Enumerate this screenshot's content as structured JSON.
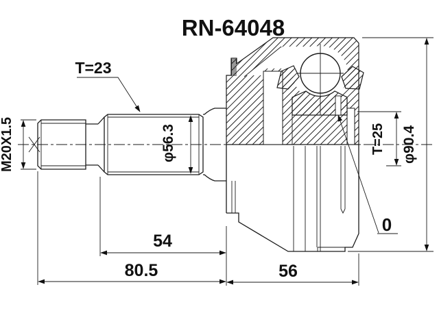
{
  "drawing": {
    "title": "RN-64048",
    "labels": {
      "thread_spec": "M20X1.5",
      "outer_spline_teeth": "T=23",
      "shaft_diameter": "φ56.3",
      "inner_spline_teeth": "T=25",
      "housing_outer_diameter": "φ90.4",
      "groove_offset": "0"
    },
    "dimensions": {
      "spline_to_face_length": "54",
      "shaft_total_length": "80.5",
      "housing_length": "56"
    },
    "colors": {
      "line": "#1a1a1a",
      "background": "#ffffff"
    }
  }
}
